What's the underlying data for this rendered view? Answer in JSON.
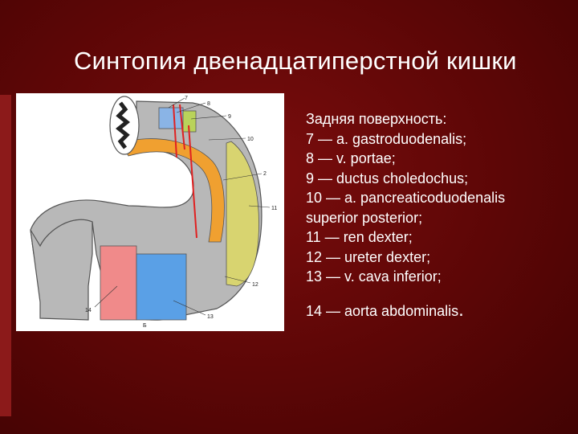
{
  "slide": {
    "title": "Синтопия двенадцатиперстной кишки",
    "background_color": "#5c0606"
  },
  "figure": {
    "labels": [
      "7",
      "8",
      "9",
      "10",
      "2",
      "11",
      "12",
      "13",
      "14",
      "Б"
    ],
    "colors": {
      "duodenum": "#b8b8b8",
      "a_gastroduodenalis": "#e02020",
      "v_portae": "#8ab4e6",
      "ductus_choledochus": "#b9d35a",
      "a_pancreaticoduodenalis": "#f0a030",
      "ren_dexter": "#d8d470",
      "v_cava_inferior": "#5aa0e6",
      "aorta_abdominalis": "#f08a8a"
    }
  },
  "legend": {
    "header": "Задняя поверхность:",
    "items": [
      "7 — a. gastroduodenalis;",
      "8 — v. portae;",
      "9 — ductus choledochus;",
      "10 — a. pancreaticoduodenalis",
      "superior posterior;",
      "11 — ren dexter;",
      "12 — ureter dexter;",
      "13 — v. cava inferior;"
    ],
    "last": "14 — aorta abdominalis",
    "last_punct": "."
  }
}
